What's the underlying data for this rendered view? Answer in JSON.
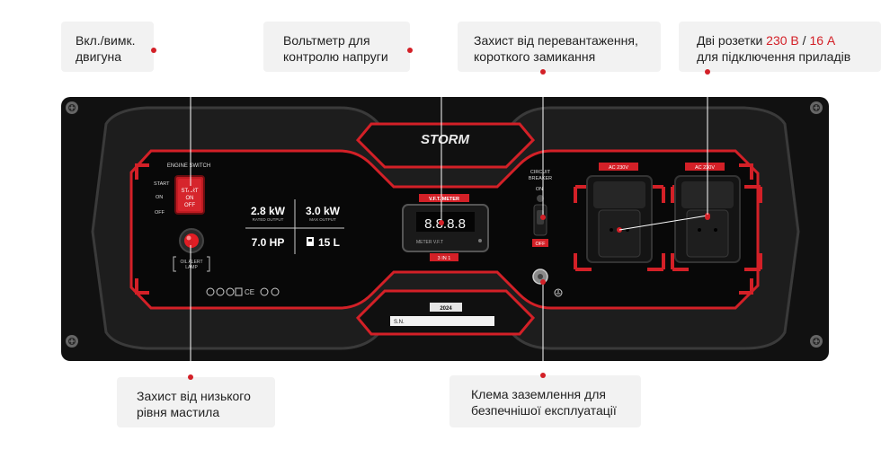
{
  "callouts": {
    "engine_switch": {
      "line1": "Вкл./вимк.",
      "line2": "двигуна"
    },
    "voltmeter": {
      "line1": "Вольтметр для",
      "line2": "контролю напруги"
    },
    "breaker": {
      "line1": "Захист від перевантаження,",
      "line2": "короткого замикання"
    },
    "sockets": {
      "prefix": "Дві розетки ",
      "voltage": "230 В",
      "sep": " / ",
      "current": "16 А",
      "line2": "для підключення приладів"
    },
    "oil": {
      "line1": "Захист від низького",
      "line2": "рівня мастила"
    },
    "ground": {
      "line1": "Клема заземлення для",
      "line2": "безпечнішої експлуатації"
    }
  },
  "panel": {
    "brand": "STORM",
    "engine_switch_label": "ENGINE SWITCH",
    "switch_states": [
      "START",
      "ON",
      "OFF"
    ],
    "switch_button": [
      "START",
      "ON",
      "OFF"
    ],
    "oil_lamp_label_1": "OIL ALERT",
    "oil_lamp_label_2": "LAMP",
    "rated_output_value": "2.8 kW",
    "rated_output_label": "RATED OUTPUT",
    "max_output_value": "3.0 kW",
    "max_output_label": "MAX OUTPUT",
    "engine_power": "7.0 HP",
    "fuel_tank": "15 L",
    "meter_title": "V.F.T. METER",
    "meter_reading": "8.8.8.8",
    "meter_caption": "METER  V.F.T",
    "meter_mode": "3 IN 1",
    "breaker_label_1": "CIRCUIT",
    "breaker_label_2": "BREAKER",
    "breaker_on": "ON",
    "breaker_off": "OFF",
    "socket_left_label": "AC 230V",
    "socket_right_label": "AC 230V",
    "year": "2024",
    "serial_label": "S.N."
  },
  "colors": {
    "accent_red": "#d32027",
    "panel_black": "#0c0c0c",
    "callout_bg": "#f2f2f2"
  }
}
